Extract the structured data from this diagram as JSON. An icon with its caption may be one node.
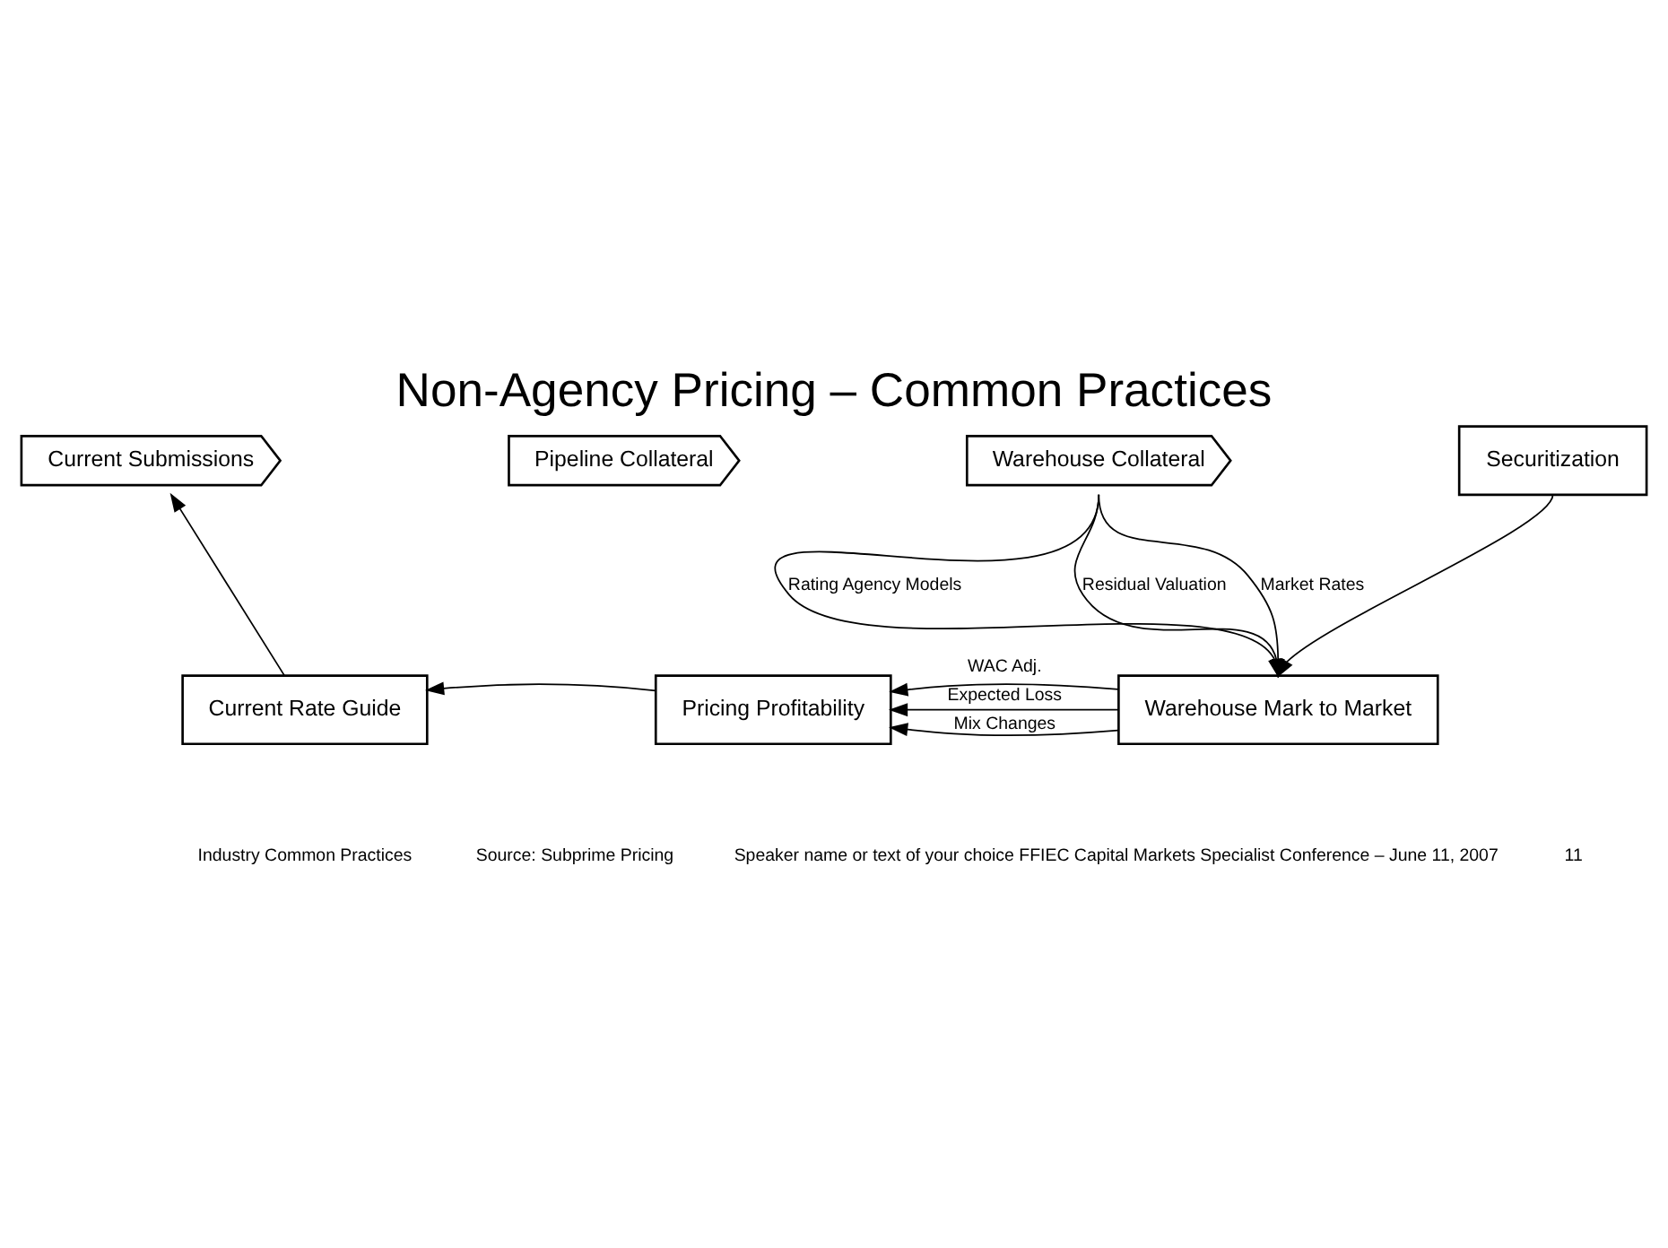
{
  "diagram": {
    "title": "Non-Agency Pricing – Common Practices",
    "nodes": [
      {
        "text": [
          "Current Submissions"
        ]
      },
      {
        "text": [
          "Pipeline Collateral"
        ]
      },
      {
        "text": [
          "Warehouse Collateral"
        ]
      },
      {
        "text": [
          "Securitization"
        ]
      },
      {
        "text": [
          "Current Rate Guide"
        ]
      },
      {
        "text": [
          "Pricing Profitability"
        ]
      },
      {
        "text": [
          "Warehouse Mark to Market"
        ]
      }
    ],
    "edges": [
      {
        "from": 4,
        "to": 0,
        "arrow": "to"
      },
      {
        "from": 2,
        "to": 6,
        "arrow": "to",
        "label": "Rating Agency Models"
      },
      {
        "from": 2,
        "to": 6,
        "arrow": "to",
        "label": "Residual Valuation"
      },
      {
        "from": 2,
        "to": 6,
        "arrow": "to",
        "label": "Market Rates"
      },
      {
        "from": 3,
        "to": 6,
        "arrow": "to"
      },
      {
        "from": 6,
        "to": 5,
        "arrow": "to",
        "label": "Mix Changes"
      },
      {
        "from": 6,
        "to": 5,
        "arrow": "to",
        "label": "WAC Adj."
      },
      {
        "from": 6,
        "to": 5,
        "arrow": "to",
        "label": "Expected Loss"
      },
      {
        "from": 5,
        "to": 4,
        "arrow": "to"
      }
    ],
    "labels": [
      "Industry Common Practices",
      "Source: Subprime Pricing",
      "Speaker name or text of your choice FFIEC Capital Markets Specialist Conference – June 11, 2007",
      "11"
    ]
  }
}
